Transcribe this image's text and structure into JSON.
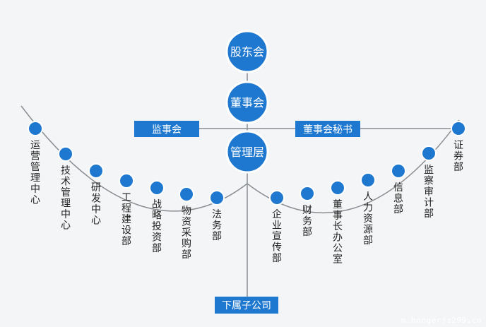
{
  "colors": {
    "background": "#f3f5f7",
    "node_fill": "#1f78cf",
    "node_stroke": "#ffffff",
    "line": "#8a8f94",
    "text_white": "#ffffff",
    "label_text": "#222222"
  },
  "core": {
    "shareholders": "股东会",
    "board": "董事会",
    "supervisory_board": "监事会",
    "board_secretary": "董事会秘书",
    "management": "管理层",
    "subsidiaries": "下属子公司"
  },
  "departments": [
    "运营管理中心",
    "技术管理中心",
    "研发中心",
    "工程建设部",
    "战略投资部",
    "物资采购部",
    "法务部",
    "企业宣传部",
    "财务部",
    "董事长办公室",
    "人力资源部",
    "信息部",
    "监察审计部",
    "证券部"
  ],
  "watermark": "m.hongerjz299.co"
}
